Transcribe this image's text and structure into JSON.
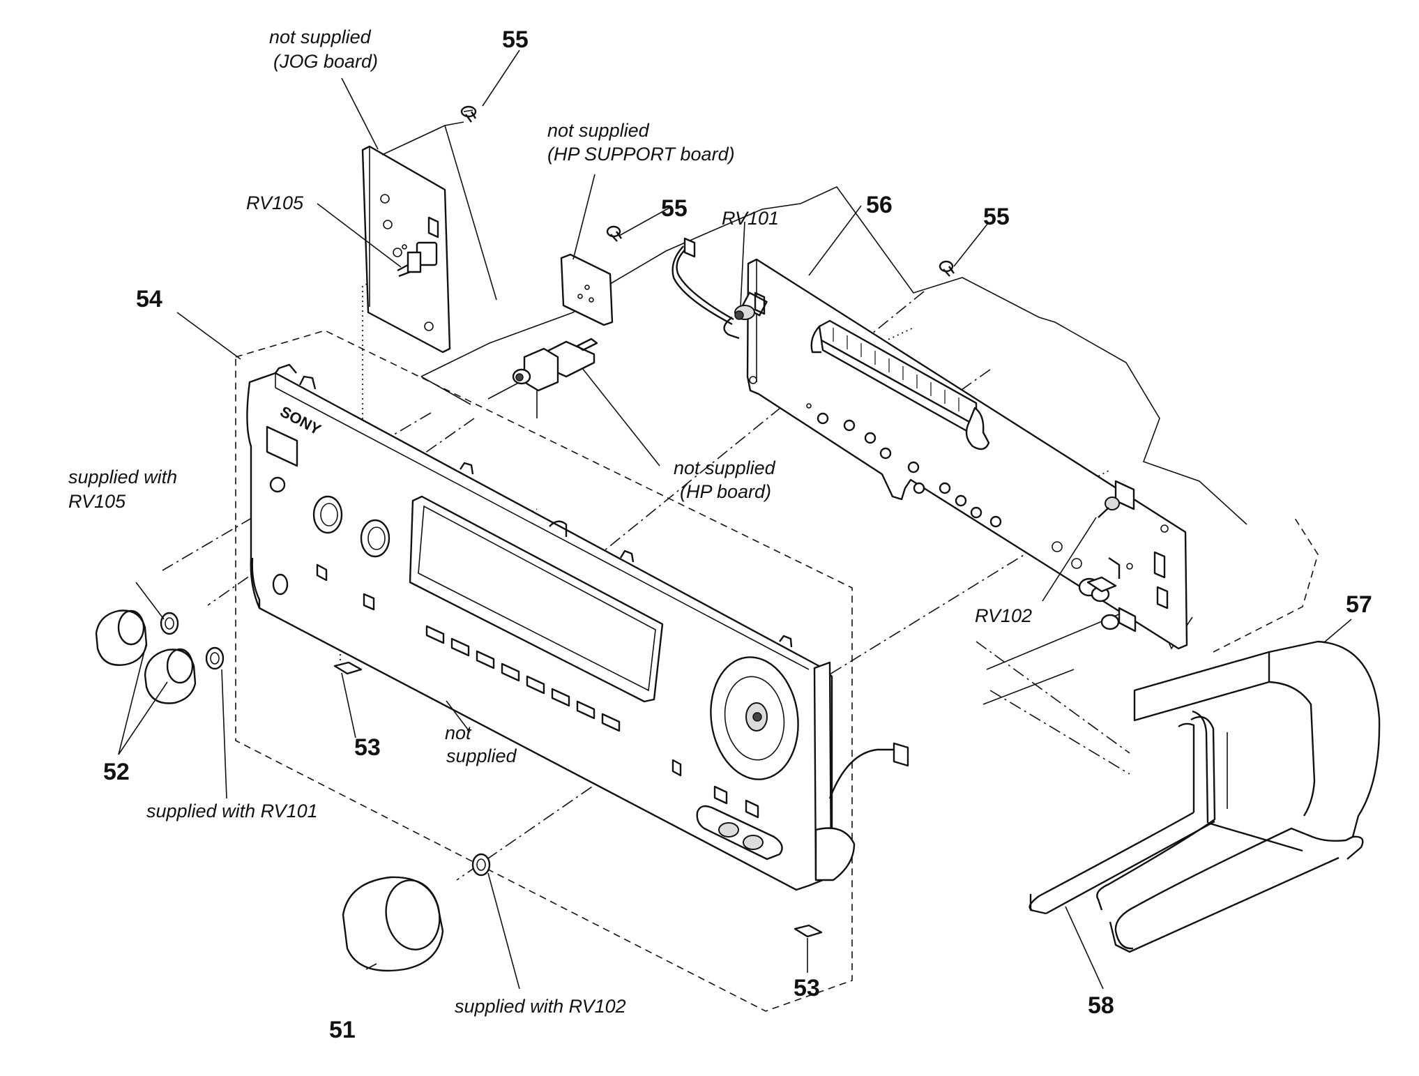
{
  "parts": {
    "p51": "51",
    "p52": "52",
    "p53a": "53",
    "p53b": "53",
    "p54": "54",
    "p55a": "55",
    "p55b": "55",
    "p55c": "55",
    "p56": "56",
    "p57": "57",
    "p58": "58"
  },
  "notes": {
    "jog_1": "not supplied",
    "jog_2": "(JOG board)",
    "hps_1": "not supplied",
    "hps_2": "(HP SUPPORT board)",
    "hp_1": "not supplied",
    "hp_2": "(HP board)",
    "panel_1": "not",
    "panel_2": "supplied",
    "rv105_1": "supplied with",
    "rv105_2": "RV105",
    "rv101": "supplied with RV101",
    "rv102": "supplied with RV102"
  },
  "refs": {
    "rv105": "RV105",
    "rv101": "RV101",
    "rv102": "RV102"
  },
  "brand": "SONY"
}
